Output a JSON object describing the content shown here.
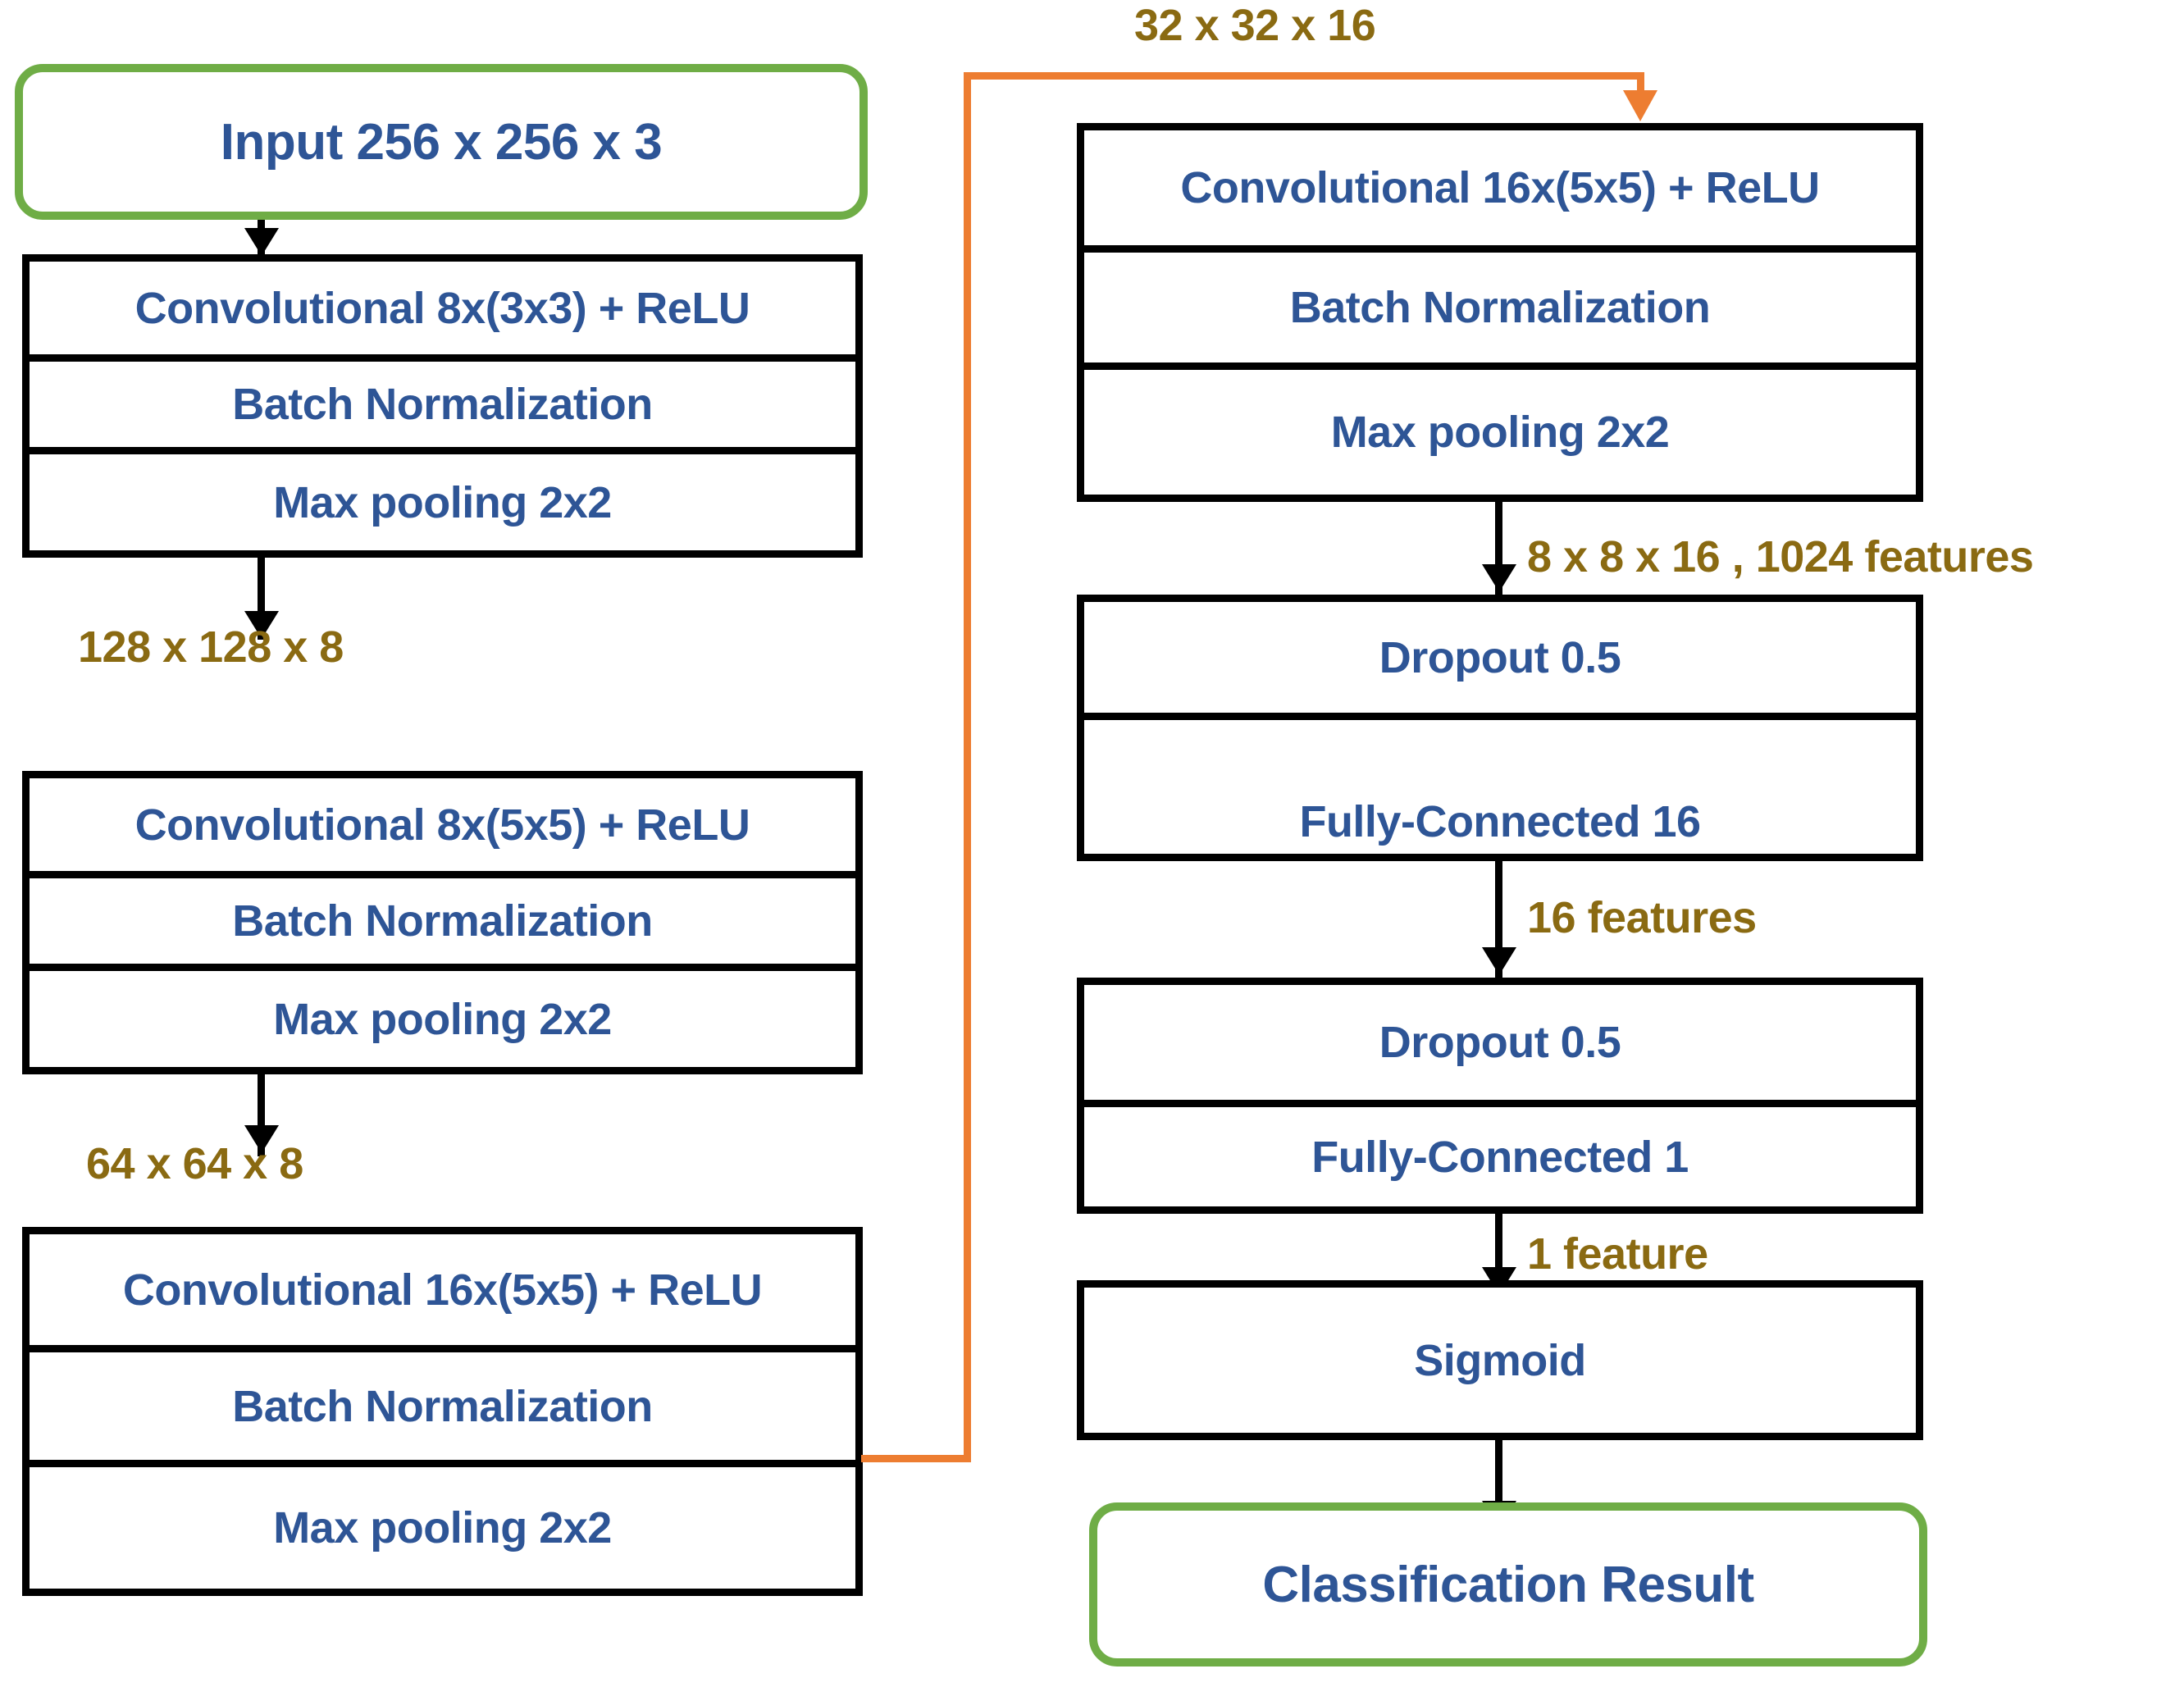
{
  "diagram": {
    "title": "CNN Architecture Flowchart",
    "colors": {
      "text_blue": "#2E5596",
      "terminal_green": "#6FAD46",
      "edge_label_gold": "#8A6A12",
      "skip_orange": "#ED7D31",
      "box_black": "#000000",
      "background": "#FFFFFF"
    }
  },
  "left_column": {
    "input": {
      "label": "Input 256 x 256 x 3"
    },
    "block1": {
      "cells": [
        {
          "label": "Convolutional 8x(3x3) + ReLU"
        },
        {
          "label": "Batch Normalization"
        },
        {
          "label": "Max pooling 2x2"
        }
      ]
    },
    "block2": {
      "cells": [
        {
          "label": "Convolutional 8x(5x5) + ReLU"
        },
        {
          "label": "Batch Normalization"
        },
        {
          "label": "Max pooling 2x2"
        }
      ]
    },
    "block3": {
      "cells": [
        {
          "label": "Convolutional 16x(5x5) + ReLU"
        },
        {
          "label": "Batch Normalization"
        },
        {
          "label": "Max pooling 2x2"
        }
      ]
    },
    "edges": [
      {
        "label": "128 x 128 x 8"
      },
      {
        "label": "64 x 64 x 8"
      }
    ]
  },
  "right_column": {
    "block4": {
      "cells": [
        {
          "label": "Convolutional 16x(5x5) + ReLU"
        },
        {
          "label": "Batch Normalization"
        },
        {
          "label": "Max pooling 2x2"
        }
      ]
    },
    "block5": {
      "cells": [
        {
          "label": "Dropout 0.5"
        },
        {
          "label": "Fully-Connected 16"
        }
      ]
    },
    "block6": {
      "cells": [
        {
          "label": "Dropout 0.5"
        },
        {
          "label": "Fully-Connected 1"
        }
      ]
    },
    "block7": {
      "cells": [
        {
          "label": "Sigmoid"
        }
      ]
    },
    "output": {
      "label": "Classification Result"
    },
    "edges": [
      {
        "label": "8 x 8 x 16 , 1024 features"
      },
      {
        "label": "16 features"
      },
      {
        "label": "1 feature"
      }
    ]
  },
  "skip_connection": {
    "label": "32 x 32 x 16",
    "from": "Max pooling 2x2 (block3)",
    "to": "Convolutional 16x(5x5) + ReLU (block4)"
  }
}
